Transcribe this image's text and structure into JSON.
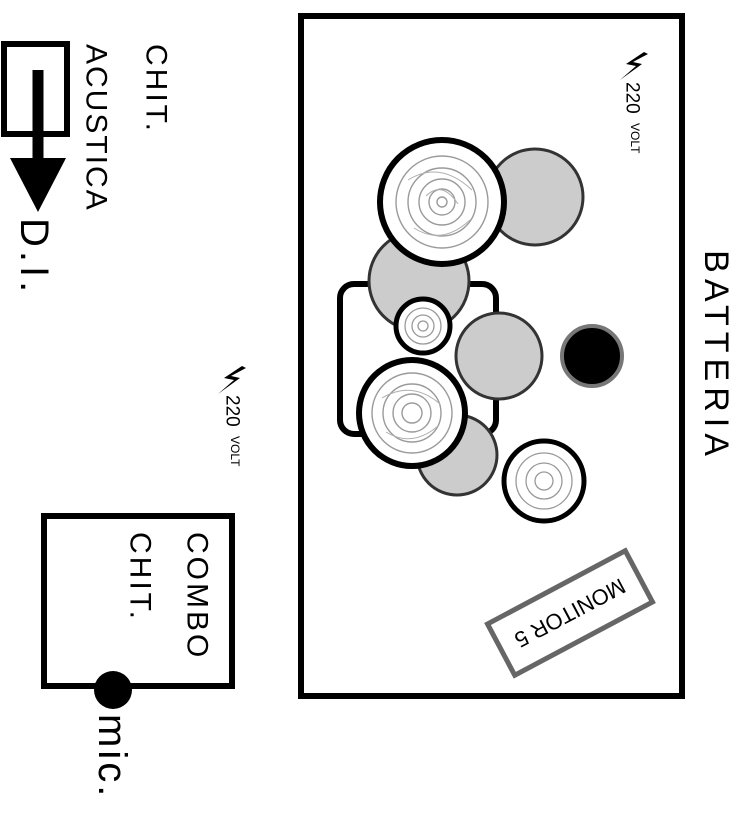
{
  "drum_area": {
    "label": "BATTERIA"
  },
  "monitor": {
    "label": "MONITOR 5"
  },
  "power_outlets": [
    {
      "voltage": "220",
      "unit": "VOLT"
    },
    {
      "voltage": "220",
      "unit": "VOLT"
    }
  ],
  "acoustic_guitar": {
    "line1": "CHIT.",
    "line2": "ACUSTICA",
    "output": "D.I."
  },
  "guitar_combo": {
    "line1": "COMBO",
    "line2": "CHIT.",
    "mic": "mic."
  },
  "colors": {
    "stroke": "#000000",
    "drum_shell": "#cccccc",
    "monitor_border": "#666666",
    "head_rings": "#9a9a9a"
  },
  "icons": [
    "lightning-icon",
    "arrow-down-icon"
  ]
}
